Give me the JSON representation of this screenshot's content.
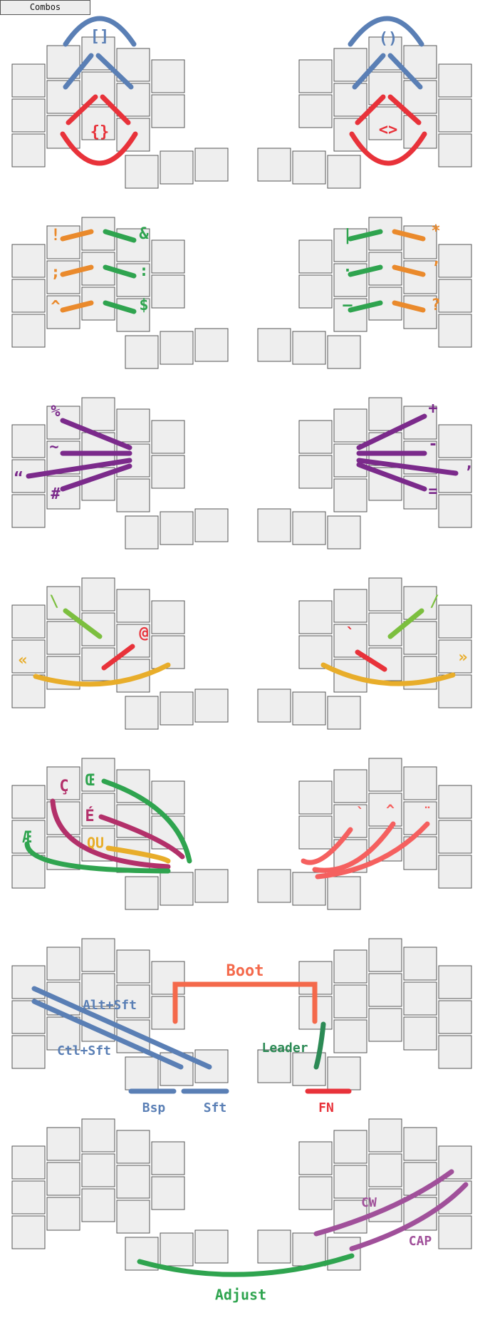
{
  "tab_label": "Combos",
  "colors": {
    "blue": "#5a7fb5",
    "red": "#e8323a",
    "orange": "#ea8a2c",
    "green": "#2fa44f",
    "purple": "#7b2a8b",
    "lime": "#7cbf3f",
    "yellow": "#e8ad2a",
    "crimson": "#b3306a",
    "salmon": "#f5605f",
    "boot": "#f4694b",
    "teal": "#2c8a55",
    "magenta": "#a0509a"
  },
  "panels": [
    {
      "labels": [
        "[]",
        "{}",
        "()",
        "<>"
      ]
    },
    {
      "labels": [
        "!",
        "&",
        ";",
        ":",
        "^",
        "$",
        "|",
        "*",
        "·",
        "’",
        "—",
        "?"
      ]
    },
    {
      "labels": [
        "%",
        "~",
        "“",
        "#",
        "+",
        "-",
        "’",
        "="
      ]
    },
    {
      "labels": [
        "\\",
        "@",
        "«",
        "/",
        "`",
        "»"
      ]
    },
    {
      "labels": [
        "Ç",
        "Œ",
        "É",
        "QU",
        "Æ",
        "`",
        "^",
        "¨"
      ]
    },
    {
      "labels": [
        "Boot",
        "Alt+Sft",
        "Ctl+Sft",
        "Leader",
        "Bsp",
        "Sft",
        "FN"
      ]
    },
    {
      "labels": [
        "CW",
        "CAP",
        "Adjust"
      ]
    }
  ]
}
